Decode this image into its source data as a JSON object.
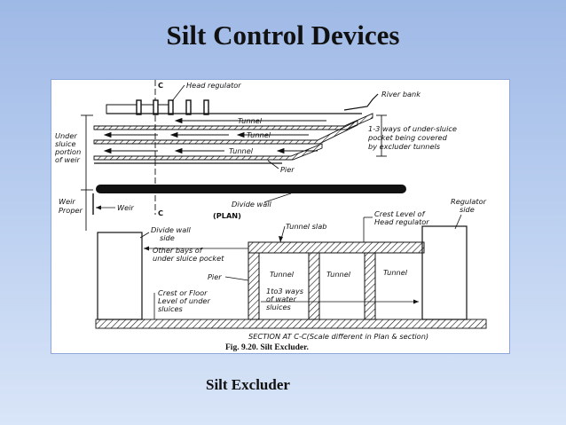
{
  "slide": {
    "title": "Silt Control Devices",
    "caption": "Silt Excluder"
  },
  "figure": {
    "plan_labels": {
      "head_regulator": "Head regulator",
      "river_bank": "River bank",
      "tunnel_1": "Tunnel",
      "tunnel_2": "Tunnel",
      "tunnel_3": "Tunnel",
      "under_sluice": [
        "Under",
        "sluice",
        "portion",
        "of weir"
      ],
      "pocket_note": [
        "1-3 ways of under-sluice",
        "pocket being covered",
        "by excluder tunnels"
      ],
      "pier": "Pier",
      "divide_wall": "Divide wall",
      "weir_proper": [
        "Weir",
        "Proper"
      ],
      "weir": "Weir",
      "section_mark_top": "C",
      "section_mark_bottom": "C",
      "plan": "(PLAN)"
    },
    "section_labels": {
      "regulator_side": [
        "Regulator",
        "side"
      ],
      "divide_wall_side": [
        "Divide wall",
        "side"
      ],
      "tunnel_slab": "Tunnel slab",
      "crest_head_regulator": [
        "Crest Level of",
        "Head regulator"
      ],
      "other_bays": [
        "Other bays of",
        "under sluice pocket"
      ],
      "pier": "Pier",
      "tunnel_a": "Tunnel",
      "tunnel_b": "Tunnel",
      "tunnel_c": "Tunnel",
      "crest_floor": [
        "Crest or Floor",
        "Level of under",
        "sluices"
      ],
      "ways_note": [
        "1to3 ways",
        "of water",
        "sluices"
      ],
      "section_title": "SECTION AT C-C(Scale different in Plan & section)",
      "fig_caption": "Fig. 9.20. Silt Excluder."
    }
  }
}
